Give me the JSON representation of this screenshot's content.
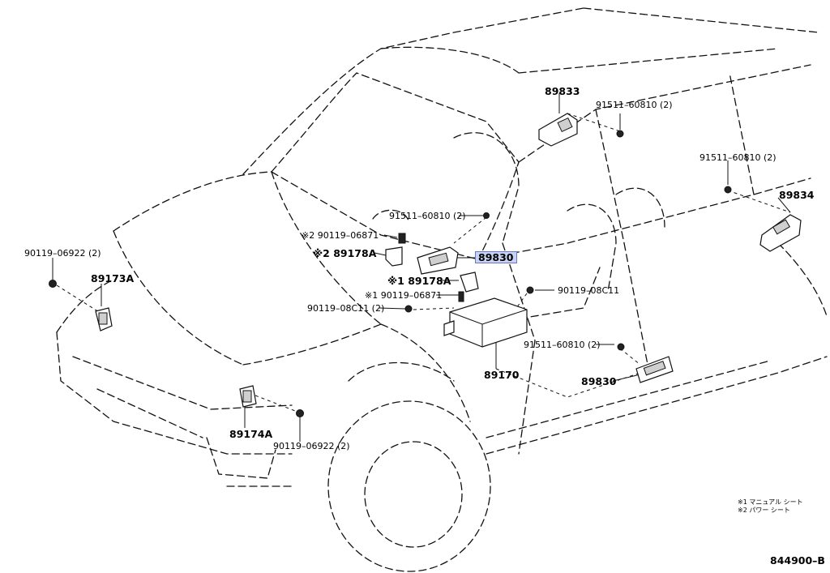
{
  "diagram_id": "844900–B",
  "notes": [
    "※1 マニュアル シート",
    "※2 パワー シート"
  ],
  "labels": {
    "p89833": "89833",
    "p91511_a": "91511–60810 (2)",
    "p91511_b": "91511–60810 (2)",
    "p89834": "89834",
    "p91511_c": "91511–60810 (2)",
    "p90119_06871_2": "※2  90119–06871",
    "p89178A_2": "※2 89178A",
    "p89830_hl": "89830",
    "p89178A_1": "※1 89178A",
    "p90119_06871_1": "※1  90119–06871",
    "p90119_08C11_a": "90119–08C11 (2)",
    "p90119_08C11_b": "90119–08C11",
    "p90119_06922_a": "90119–06922 (2)",
    "p89173A": "89173A",
    "p91511_d": "91511–60810 (2)",
    "p89170": "89170",
    "p89830_b": "89830",
    "p89174A": "89174A",
    "p90119_06922_b": "90119–06922 (2)"
  },
  "colors": {
    "highlight_bg": "#c8d2f2",
    "highlight_border": "#6a78c8",
    "line": "#111111"
  }
}
